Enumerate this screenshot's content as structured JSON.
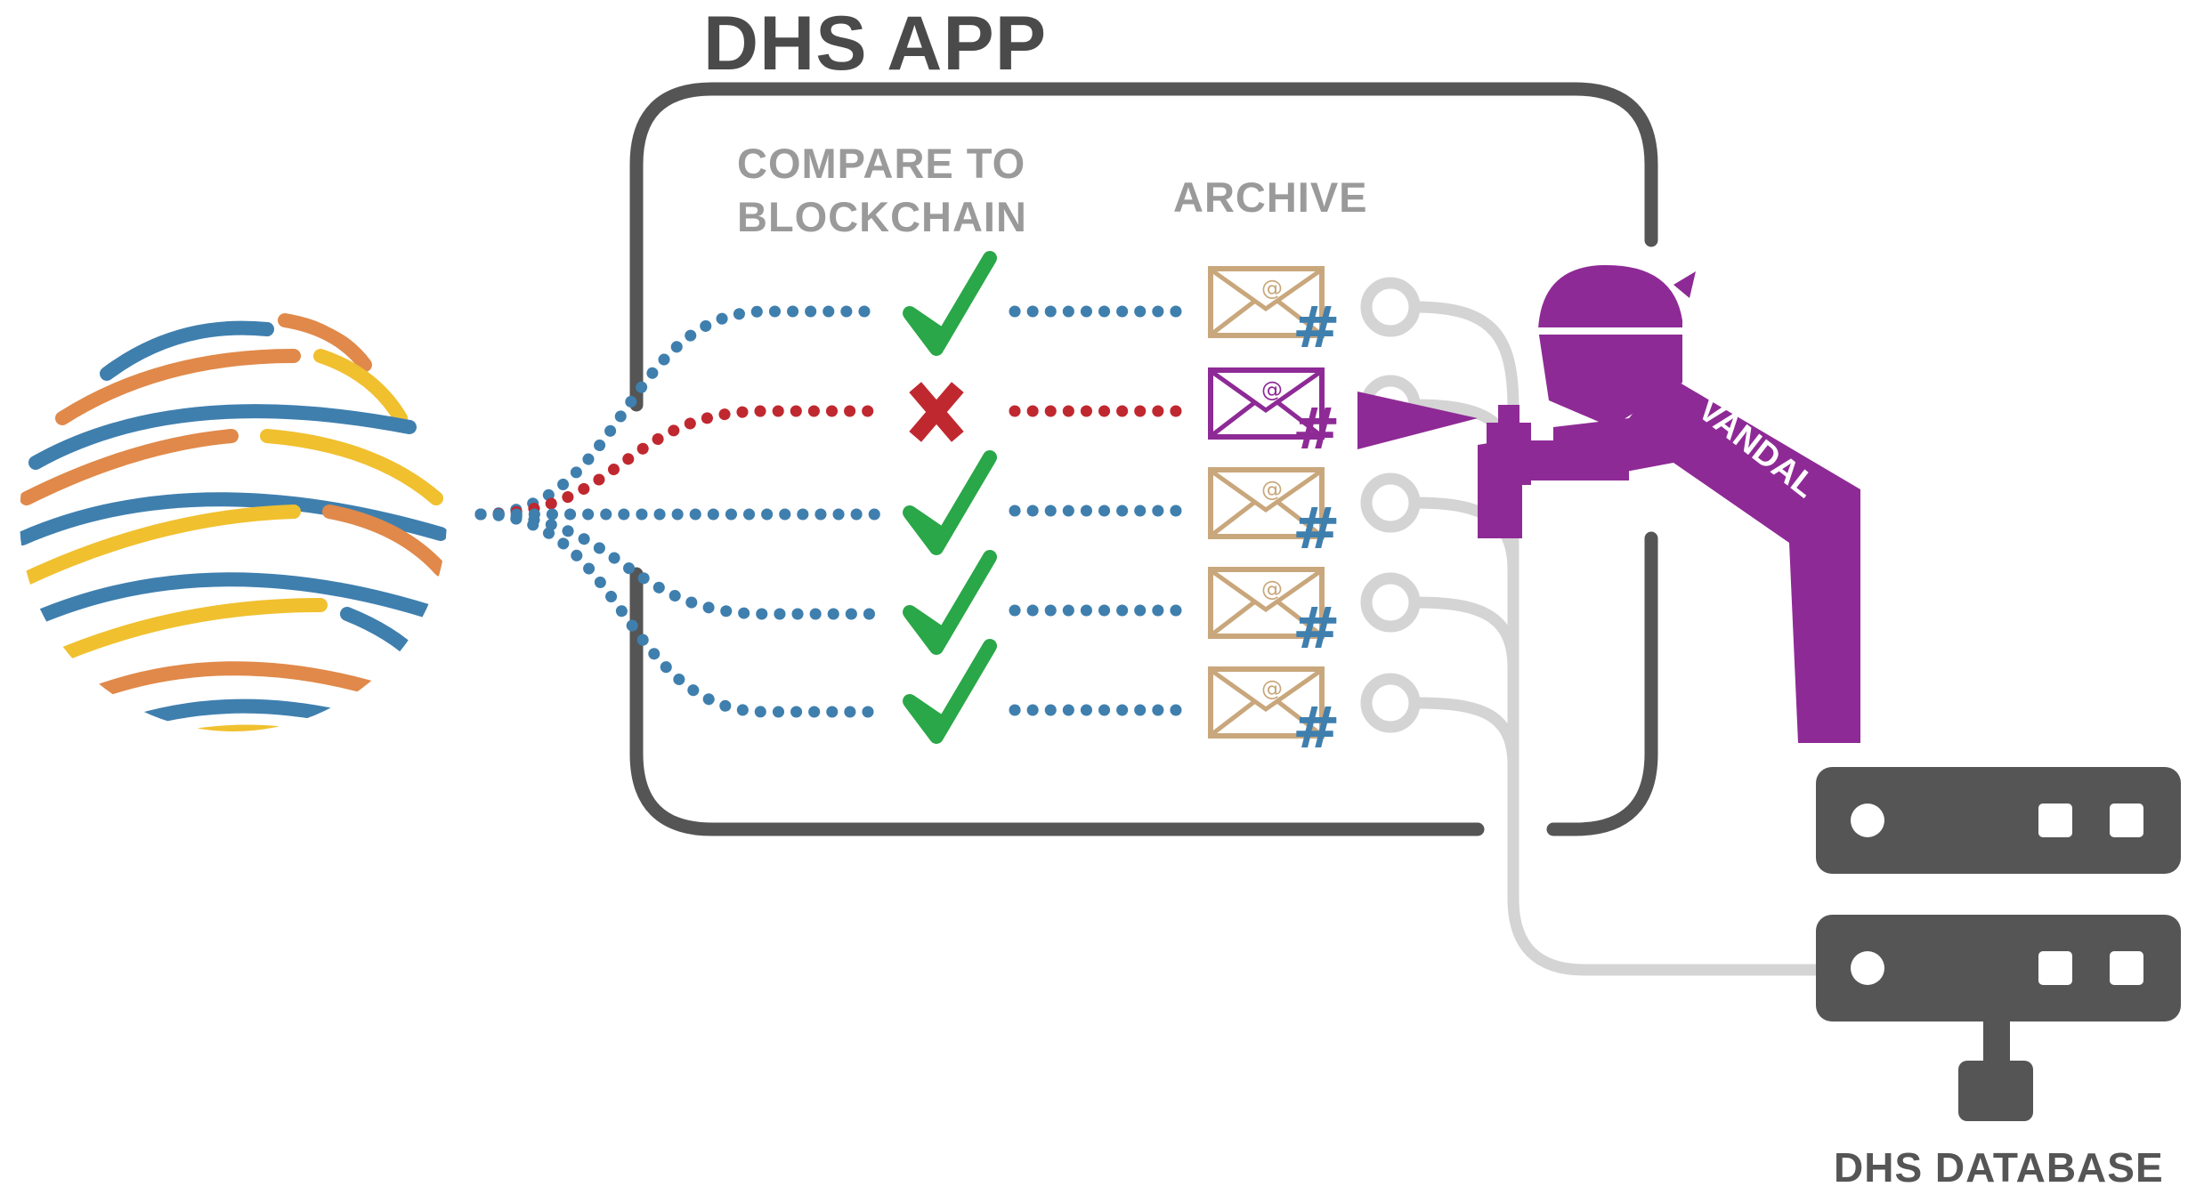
{
  "app_title": "DHS APP",
  "columns": {
    "compare_line1": "COMPARE TO",
    "compare_line2": "BLOCKCHAIN",
    "archive": "ARCHIVE"
  },
  "vandal_label": "VANDAL",
  "database_label": "DHS DATABASE",
  "rows": [
    {
      "status": "valid",
      "symbol": "check"
    },
    {
      "status": "tampered",
      "symbol": "X"
    },
    {
      "status": "valid",
      "symbol": "check"
    },
    {
      "status": "valid",
      "symbol": "check"
    },
    {
      "status": "valid",
      "symbol": "check"
    }
  ],
  "colors": {
    "valid_path": "#3f7fae",
    "tampered_path": "#c0282f",
    "check": "#2aa748",
    "cross": "#c0282f",
    "vandal": "#8e2a96",
    "frame": "#555555",
    "connector": "#d4d4d4",
    "envelope": "#c9a77c",
    "hash": "#3f7fae",
    "globe_blue": "#3f7fae",
    "globe_orange": "#e0894a",
    "globe_yellow": "#f0c02f"
  },
  "icons": {
    "source": "globe-icon",
    "valid_mark": "checkmark-icon",
    "invalid_mark": "cross-icon",
    "archive_item": "envelope-hash-icon",
    "attacker": "vandal-icon",
    "storage": "server-icon"
  }
}
